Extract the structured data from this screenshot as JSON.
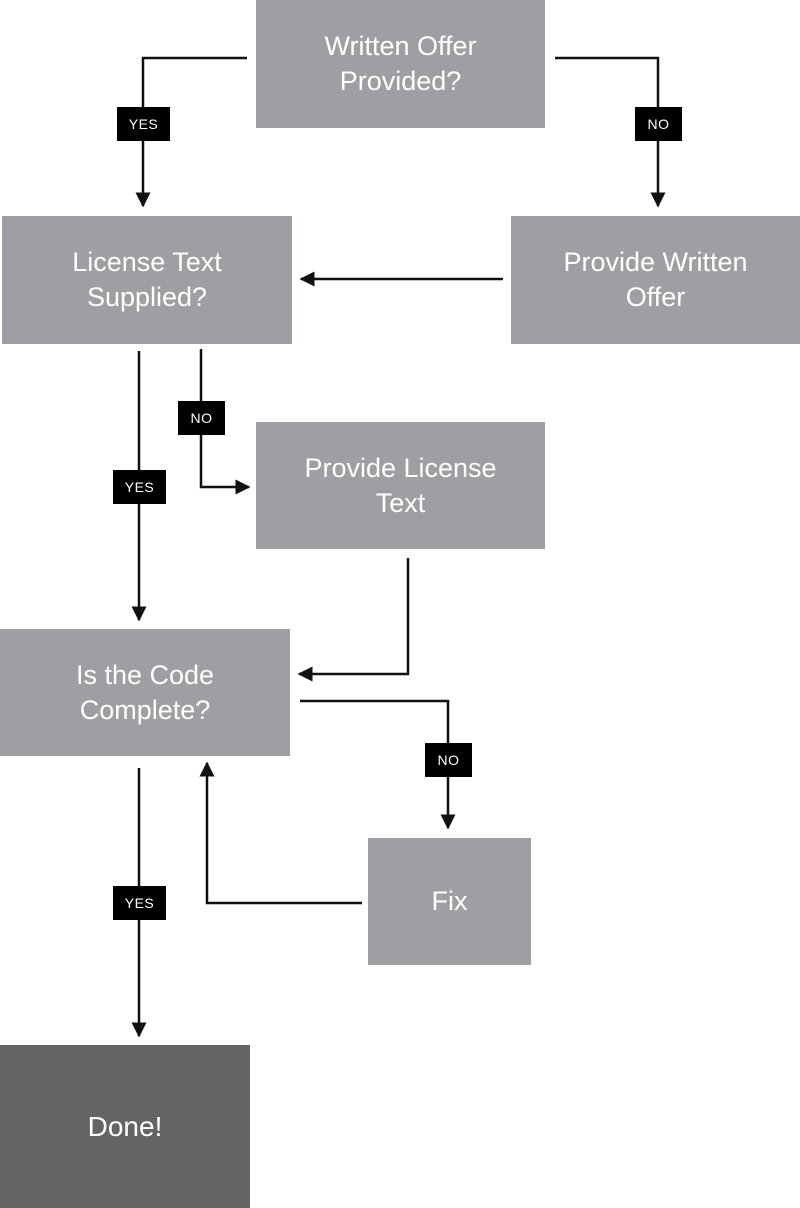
{
  "nodes": {
    "written_offer": "Written Offer\nProvided?",
    "license_supplied": "License Text\nSupplied?",
    "provide_written_offer": "Provide Written\nOffer",
    "provide_license_text": "Provide License\nText",
    "code_complete": "Is the Code\nComplete?",
    "fix": "Fix",
    "done": "Done!"
  },
  "labels": {
    "yes_1": "YES",
    "no_1": "NO",
    "no_2": "NO",
    "yes_2": "YES",
    "no_3": "NO",
    "yes_3": "YES"
  },
  "colors": {
    "box": "#9e9fa2",
    "done_box": "#636466",
    "tag": "#000000",
    "line": "#111111"
  }
}
